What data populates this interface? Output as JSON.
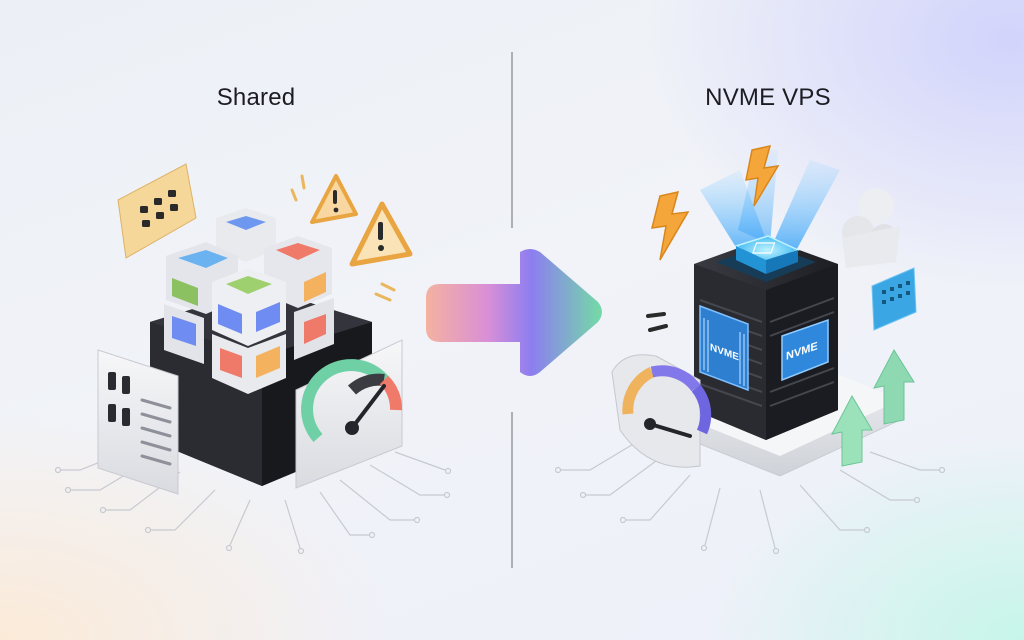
{
  "headings": {
    "left": "Shared",
    "right": "NVME VPS"
  },
  "labels": {
    "chip_front": "NVME",
    "chip_side": "NVME"
  },
  "icons": {
    "left_scene": "shared-hosting-cube-stack-icon",
    "right_scene": "nvme-server-icon",
    "arrow": "gradient-arrow-right-icon"
  },
  "colors": {
    "arrow_start": "#f2a99b",
    "arrow_mid": "#9a7be6",
    "arrow_end": "#6fd3a2",
    "accent_blue": "#3e9df6",
    "server_dark": "#26272c"
  }
}
